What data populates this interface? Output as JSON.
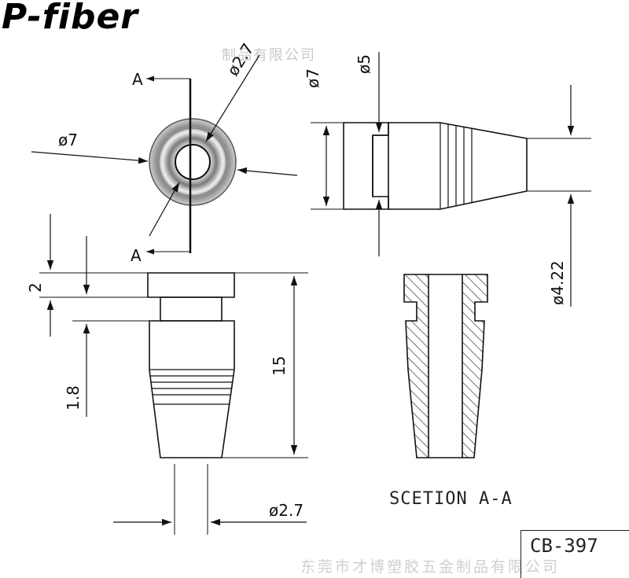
{
  "brand": "P-fiber",
  "watermark_top": "制品有限公司",
  "watermark_bottom": "东莞市才博塑胶五金制品有限公司",
  "drawing_code": "CB-397",
  "section_title": "SCETION A-A",
  "section_marks": {
    "top": "A",
    "bottom": "A"
  },
  "dimensions": {
    "face_od": "ø7",
    "face_id": "ø2.7",
    "side_od": "ø7",
    "side_neck": "ø5",
    "side_tip": "ø4.22",
    "front_flange": "2",
    "front_neck": "1.8",
    "front_length": "15",
    "front_bore": "ø2.7"
  },
  "colors": {
    "ink": "#111111",
    "watermark": "#cccccc",
    "hatch": "#333333"
  }
}
